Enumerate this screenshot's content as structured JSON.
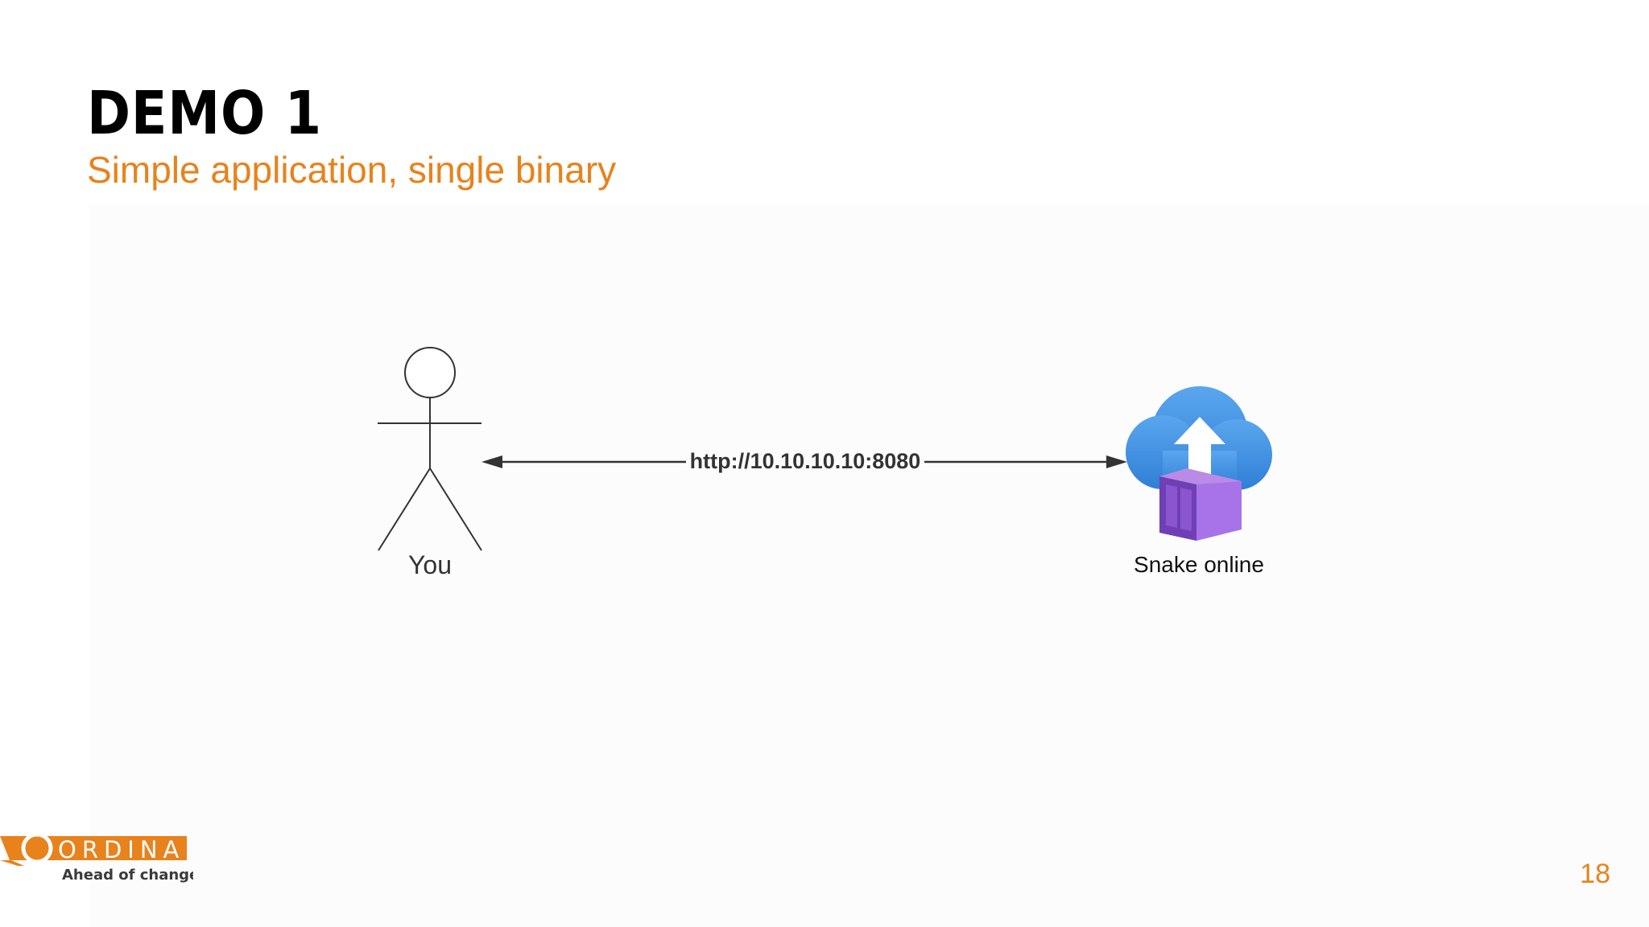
{
  "slide": {
    "title": "DEMO 1",
    "subtitle": "Simple application, single binary",
    "page_number": "18"
  },
  "diagram": {
    "actor_label": "You",
    "connection_label": "http://10.10.10.10:8080",
    "service_label": "Snake online",
    "service_icon": "cloud-container-icon",
    "actor_icon": "stick-figure-icon"
  },
  "logo": {
    "brand": "ORDINA",
    "tagline": "Ahead of change"
  },
  "colors": {
    "accent": "#e8821c",
    "title": "#000000",
    "cloud": "#4a90e2",
    "container": "#9b59d6"
  }
}
